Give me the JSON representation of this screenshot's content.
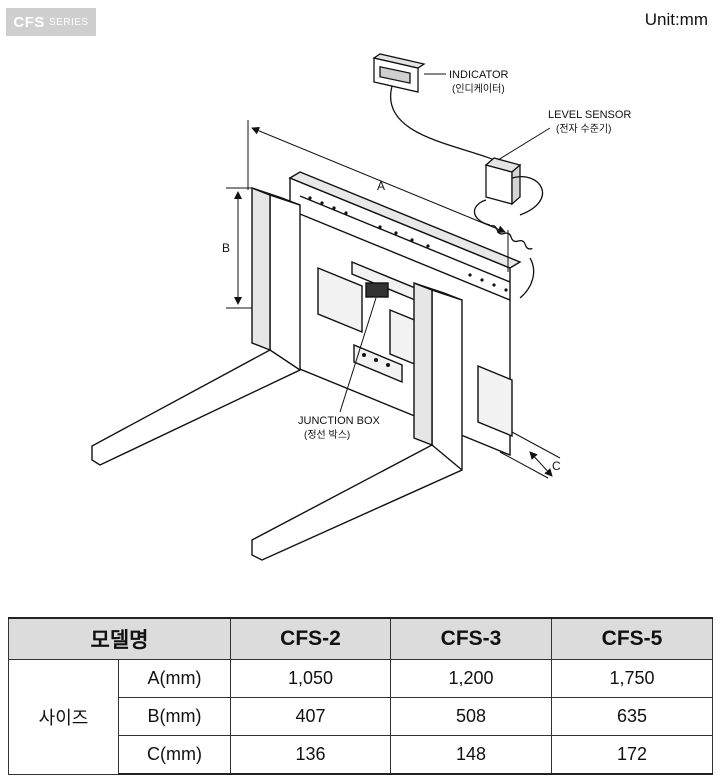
{
  "header": {
    "series_code": "CFS",
    "series_word": "SERIES",
    "unit": "Unit:mm"
  },
  "diagram": {
    "callouts": {
      "indicator": "INDICATOR",
      "indicator_ko": "(인디케이터)",
      "level_sensor": "LEVEL SENSOR",
      "level_sensor_ko": "(전자 수준기)",
      "junction_box": "JUNCTION BOX",
      "junction_box_ko": "(정선 박스)"
    },
    "dims": {
      "a": "A",
      "b": "B",
      "c": "C"
    }
  },
  "spec_table": {
    "header": {
      "label": "모델명",
      "models": [
        "CFS-2",
        "CFS-3",
        "CFS-5"
      ]
    },
    "group_label": "사이즈",
    "rows": [
      {
        "label": "A(mm)",
        "values": [
          "1,050",
          "1,200",
          "1,750"
        ]
      },
      {
        "label": "B(mm)",
        "values": [
          "407",
          "508",
          "635"
        ]
      },
      {
        "label": "C(mm)",
        "values": [
          "136",
          "148",
          "172"
        ]
      }
    ]
  }
}
